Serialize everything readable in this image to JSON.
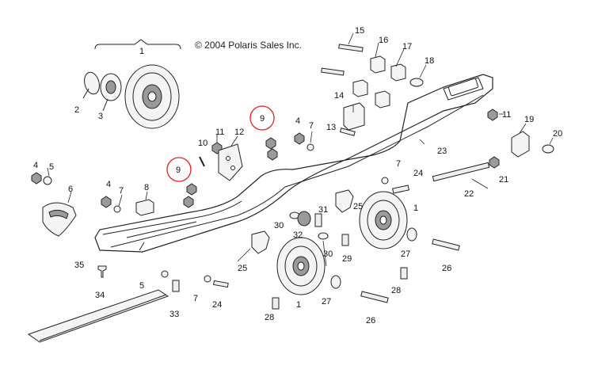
{
  "copyright": "© 2004 Polaris Sales Inc.",
  "colors": {
    "highlight": "#dd2222",
    "line": "#222222"
  },
  "callouts": [
    {
      "id": "c1a",
      "label": "1"
    },
    {
      "id": "c2",
      "label": "2"
    },
    {
      "id": "c3",
      "label": "3"
    },
    {
      "id": "c4a",
      "label": "4"
    },
    {
      "id": "c5a",
      "label": "5"
    },
    {
      "id": "c6",
      "label": "6"
    },
    {
      "id": "c4b",
      "label": "4"
    },
    {
      "id": "c7a",
      "label": "7"
    },
    {
      "id": "c8",
      "label": "8"
    },
    {
      "id": "c9a",
      "label": "9"
    },
    {
      "id": "c10",
      "label": "10"
    },
    {
      "id": "c11a",
      "label": "11"
    },
    {
      "id": "c12",
      "label": "12"
    },
    {
      "id": "c9b",
      "label": "9"
    },
    {
      "id": "c4c",
      "label": "4"
    },
    {
      "id": "c7b",
      "label": "7"
    },
    {
      "id": "c13",
      "label": "13"
    },
    {
      "id": "c14",
      "label": "14"
    },
    {
      "id": "c15",
      "label": "15"
    },
    {
      "id": "c16",
      "label": "16"
    },
    {
      "id": "c17",
      "label": "17"
    },
    {
      "id": "c18",
      "label": "18"
    },
    {
      "id": "c11b",
      "label": "11"
    },
    {
      "id": "c19",
      "label": "19"
    },
    {
      "id": "c20",
      "label": "20"
    },
    {
      "id": "c23",
      "label": "23"
    },
    {
      "id": "c7c",
      "label": "7"
    },
    {
      "id": "c24a",
      "label": "24"
    },
    {
      "id": "c21",
      "label": "21"
    },
    {
      "id": "c22",
      "label": "22"
    },
    {
      "id": "c25a",
      "label": "25"
    },
    {
      "id": "c1b",
      "label": "1"
    },
    {
      "id": "c31",
      "label": "31"
    },
    {
      "id": "c30a",
      "label": "30"
    },
    {
      "id": "c32",
      "label": "32"
    },
    {
      "id": "c30b",
      "label": "30"
    },
    {
      "id": "c29",
      "label": "29"
    },
    {
      "id": "c27a",
      "label": "27"
    },
    {
      "id": "c26a",
      "label": "26"
    },
    {
      "id": "c28a",
      "label": "28"
    },
    {
      "id": "c25b",
      "label": "25"
    },
    {
      "id": "c1c",
      "label": "1"
    },
    {
      "id": "c27b",
      "label": "27"
    },
    {
      "id": "c26b",
      "label": "26"
    },
    {
      "id": "c28b",
      "label": "28"
    },
    {
      "id": "c35",
      "label": "35"
    },
    {
      "id": "c5b",
      "label": "5"
    },
    {
      "id": "c33",
      "label": "33"
    },
    {
      "id": "c7d",
      "label": "7"
    },
    {
      "id": "c24b",
      "label": "24"
    },
    {
      "id": "c34",
      "label": "34"
    }
  ]
}
